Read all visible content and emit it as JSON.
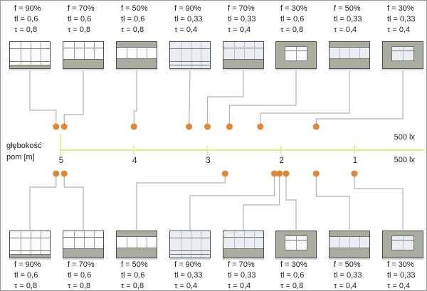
{
  "figure": {
    "axis": {
      "label_lines": [
        "głębokość",
        "pom [m]"
      ],
      "ticks": [
        "5",
        "4",
        "3",
        "2",
        "1"
      ],
      "upper_right_label": "500 lx",
      "lower_right_label": "500 lx"
    },
    "colors": {
      "wall": "#a9ad9f",
      "frame": "#4b4d49",
      "frame_line": "#70746e",
      "window_clear": "#fbfcfb",
      "window_tinted": "#e9eef3",
      "mullion_clear": "#9aa09e",
      "mullion_tinted": "#b7bfc5",
      "dot": "#e5862e",
      "axis": "#e7ea86",
      "connector": "#b2b4b4",
      "text": "#1d1d1d"
    },
    "top_row": {
      "columns": [
        {
          "labels": [
            "f = 90%",
            "tl = 0,6",
            "τ = 0,8"
          ],
          "facade": "full",
          "tint": "clear",
          "depth_m": 5.06
        },
        {
          "labels": [
            "f = 70%",
            "tl = 0,6",
            "τ = 0,8"
          ],
          "facade": "top",
          "tint": "clear",
          "depth_m": 4.95
        },
        {
          "labels": [
            "f = 50%",
            "tl = 0,6",
            "τ = 0,8"
          ],
          "facade": "mid",
          "tint": "clear",
          "depth_m": 4.0
        },
        {
          "labels": [
            "f = 90%",
            "tl = 0,33",
            "τ = 0,4"
          ],
          "facade": "full",
          "tint": "tinted",
          "depth_m": 3.25
        },
        {
          "labels": [
            "f = 70%",
            "tl = 0,33",
            "τ = 0,4"
          ],
          "facade": "top",
          "tint": "tinted",
          "depth_m": 3.0
        },
        {
          "labels": [
            "f = 30%",
            "tl = 0,6",
            "τ = 0,8"
          ],
          "facade": "center",
          "tint": "clear",
          "depth_m": 2.7
        },
        {
          "labels": [
            "f = 50%",
            "tl = 0,33",
            "τ = 0,4"
          ],
          "facade": "mid",
          "tint": "tinted",
          "depth_m": 2.28
        },
        {
          "labels": [
            "f = 30%",
            "tl = 0,33",
            "τ = 0,4"
          ],
          "facade": "center",
          "tint": "tinted",
          "depth_m": 1.52
        }
      ]
    },
    "bottom_row": {
      "columns": [
        {
          "labels": [
            "f = 90%",
            "tl = 0,6",
            "τ = 0,8"
          ],
          "facade": "full",
          "tint": "clear",
          "depth_m": 5.06
        },
        {
          "labels": [
            "f = 70%",
            "tl = 0,6",
            "τ = 0,8"
          ],
          "facade": "top",
          "tint": "clear",
          "depth_m": 4.95
        },
        {
          "labels": [
            "f = 50%",
            "tl = 0,6",
            "τ = 0,8"
          ],
          "facade": "mid",
          "tint": "clear",
          "depth_m": 2.76
        },
        {
          "labels": [
            "f = 90%",
            "tl = 0,33",
            "τ = 0,4"
          ],
          "facade": "full",
          "tint": "tinted",
          "depth_m": 2.09
        },
        {
          "labels": [
            "f = 70%",
            "tl = 0,33",
            "τ = 0,4"
          ],
          "facade": "top",
          "tint": "tinted",
          "depth_m": 2.02
        },
        {
          "labels": [
            "f = 30%",
            "tl = 0,6",
            "τ = 0,8"
          ],
          "facade": "center",
          "tint": "clear",
          "depth_m": 1.93
        },
        {
          "labels": [
            "f = 50%",
            "tl = 0,33",
            "τ = 0,4"
          ],
          "facade": "mid",
          "tint": "tinted",
          "depth_m": 1.52
        },
        {
          "labels": [
            "f = 30%",
            "tl = 0,33",
            "τ = 0,4"
          ],
          "facade": "center",
          "tint": "tinted",
          "depth_m": 1.0
        }
      ]
    }
  }
}
